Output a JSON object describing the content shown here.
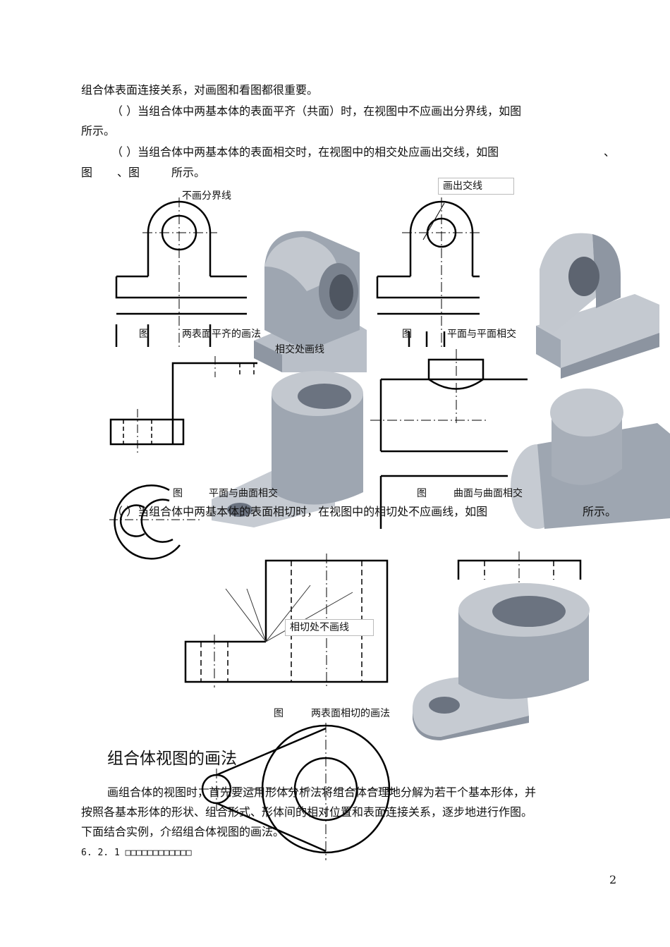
{
  "paragraphs": {
    "p1": "组合体表面连接关系，对画图和看图都很重要。",
    "p2a": "（ ）当组合体中两基本体的表面平齐（共面）时，在视图中不应画出分界线，如图",
    "p2b": "所示。",
    "p3a": "（ ）当组合体中两基本体的表面相交时，在视图中的相交处应画出交线，如图",
    "p3sep1": "、",
    "p3b1": "图",
    "p3b2": "、图",
    "p3b3": "所示。",
    "p4a": "（ ）当组合体中两基本体的表面相切时，在视图中的相切处不应画线，如图",
    "p4b": "所示。",
    "heading": "组合体视图的画法",
    "body1": "画组合体的视图时，首先要运用形体分析法将组合体合理地分解为若干个基本形体，并",
    "body2": "按照各基本形体的形状、组合形式、形体间的相对位置和表面连接关系，逐步地进行作图。",
    "body3": "下面结合实例，介绍组合体视图的画法。",
    "section": "6. 2. 1 □□□□□□□□□□□□"
  },
  "labels": {
    "no_boundary": "不画分界线",
    "draw_intersection": "画出交线",
    "draw_at_intersection": "相交处画线",
    "no_tangent_line": "相切处不画线"
  },
  "captions": {
    "fig1_pre": "图",
    "fig1": "两表面平齐的画法",
    "fig2_pre": "图",
    "fig2": "平面与平面相交",
    "fig3_pre": "图",
    "fig3": "平面与曲面相交",
    "fig4_pre": "图",
    "fig4": "曲面与曲面相交",
    "fig5_pre": "图",
    "fig5": "两表面相切的画法"
  },
  "page_number": "2",
  "colors": {
    "text": "#111111",
    "shade_light": "#c9ced6",
    "shade_mid": "#9aa2ad",
    "shade_dark": "#6b7380"
  }
}
